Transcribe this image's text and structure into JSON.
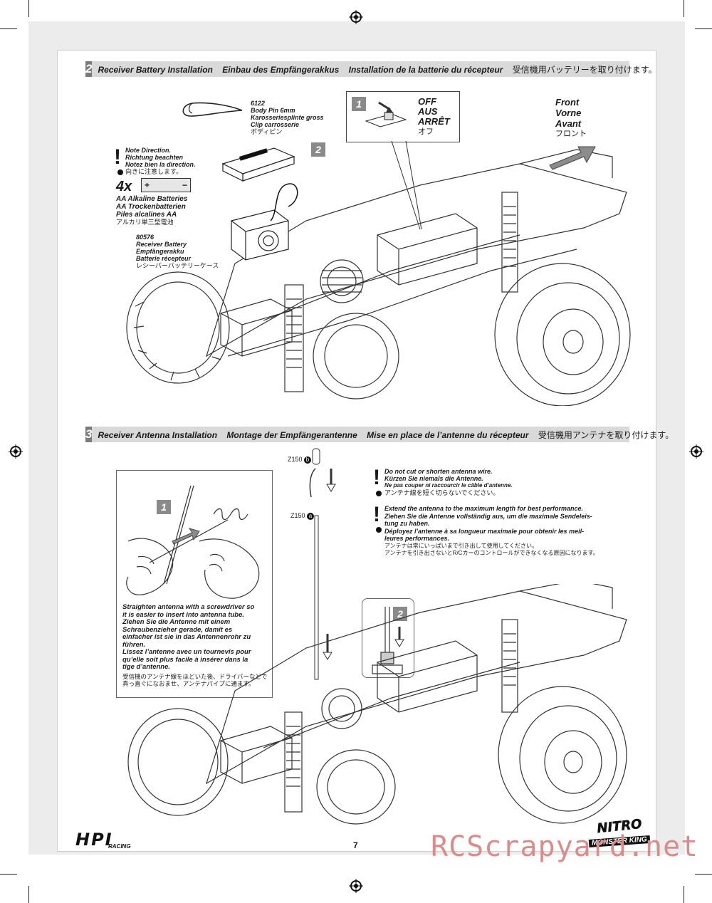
{
  "page_number": "7",
  "section2": {
    "step": "2",
    "title_en": "Receiver Battery Installation",
    "title_de": "Einbau des Empfängerakkus",
    "title_fr": "Installation de la batterie du récepteur",
    "title_jp": "受信機用バッテリーを取り付けます。",
    "part_6122": {
      "number": "6122",
      "line1": "Body Pin 6mm",
      "line2": "Karosseriesplinte gross",
      "line3": "Clip carrosserie",
      "line4": "ボディピン"
    },
    "note": {
      "line1": "Note Direction.",
      "line2": "Richtung beachten",
      "line3": "Notez bien la direction.",
      "line4": "向きに注意します。"
    },
    "batteries": {
      "qty": "4x",
      "plus": "+",
      "minus": "−",
      "line1": "AA Alkaline Batteries",
      "line2": "AA Trockenbatterien",
      "line3": "Piles alcalines AA",
      "line4": "アルカリ単三型電池"
    },
    "part_80576": {
      "number": "80576",
      "line1": "Receiver Battery",
      "line2": "Empfängerakku",
      "line3": "Batterie récepteur",
      "line4": "レシーバーバッテリーケース"
    },
    "substep1": "1",
    "substep2": "2",
    "switch": {
      "line1": "OFF",
      "line2": "AUS",
      "line3": "ARRÊT",
      "line4": "オフ"
    },
    "front": {
      "line1": "Front",
      "line2": "Vorne",
      "line3": "Avant",
      "line4": "フロント"
    }
  },
  "section3": {
    "step": "3",
    "title_en": "Receiver Antenna Installation",
    "title_de": "Montage der Empfängerantenne",
    "title_fr": "Mise en place de l’antenne du récepteur",
    "title_jp": "受信機用アンテナを取り付けます。",
    "part_b": "Z150",
    "part_b_letter": "b",
    "part_a": "Z150",
    "part_a_letter": "a",
    "warn1": {
      "line1": "Do not cut or shorten antenna wire.",
      "line2": "Kürzen Sie niemals die Antenne.",
      "line3": "Ne pas couper ni raccourcir le câble d’antenne.",
      "line4": "アンテナ線を短く切らないでください。"
    },
    "warn2": {
      "line1": "Extend the antenna to the maximum length for best performance.",
      "line2": "Ziehen Sie die Antenne vollständig aus, um die maximale Sendeleis-",
      "line3": "tung zu haben.",
      "line4": "Déployez l’antenne à sa longueur maximale pour obtenir les meil-",
      "line5": "leures performances.",
      "line6": "アンテナは常にいっぱいまで引き出して使用してください。",
      "line7": "アンテナを引き出さないとR/Cカーのコントロールができなくなる原因になります。"
    },
    "substep1": "1",
    "substep2": "2",
    "instr": {
      "line1": "Straighten antenna with a screwdriver so",
      "line2": "it is easier to insert into antenna tube.",
      "line3": "Ziehen Sie die Antenne mit einem",
      "line4": "Schraubenzieher gerade, damit es",
      "line5": "einfacher ist sie in das Antennenrohr zu",
      "line6": "führen.",
      "line7": "Lissez l’antenne avec un tournevis pour",
      "line8": "qu’elle soit plus facile à insérer dans la",
      "line9": "tige d’antenne.",
      "line10": "受信機のアンテナ線をほどいた後、ドライバーなどで",
      "line11": "真っ直ぐになおませ、アンテナパイプに通ます。"
    }
  },
  "footer": {
    "hpi_logo": "HPI",
    "hpi_sub": "RACING",
    "nitro_logo": "NITRO",
    "nitro_sub": "MONSTER KING",
    "watermark": "RCScrapyard.net"
  }
}
